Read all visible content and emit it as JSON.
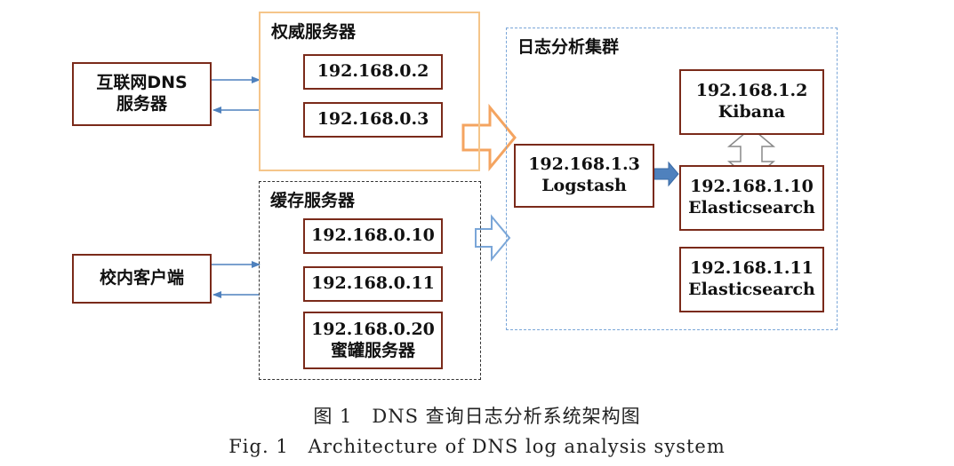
{
  "groups": {
    "authoritative": {
      "title": "权威服务器",
      "servers": [
        "192.168.0.2",
        "192.168.0.3"
      ]
    },
    "cache": {
      "title": "缓存服务器",
      "servers": [
        "192.168.0.10",
        "192.168.0.11"
      ],
      "honeypot": {
        "ip": "192.168.0.20",
        "label": "蜜罐服务器"
      }
    },
    "log_cluster": {
      "title": "日志分析集群"
    }
  },
  "clients": {
    "internet_dns": {
      "line1": "互联网DNS",
      "line2": "服务器"
    },
    "campus_client": {
      "label": "校内客户端"
    }
  },
  "nodes": {
    "logstash": {
      "ip": "192.168.1.3",
      "name": "Logstash"
    },
    "kibana": {
      "ip": "192.168.1.2",
      "name": "Kibana"
    },
    "es1": {
      "ip": "192.168.1.10",
      "name": "Elasticsearch"
    },
    "es2": {
      "ip": "192.168.1.11",
      "name": "Elasticsearch"
    }
  },
  "caption": {
    "zh": "图 1　DNS 查询日志分析系统架构图",
    "en": "Fig. 1　Architecture of DNS log analysis system"
  },
  "colors": {
    "box_border": "#7a2a1a",
    "authoritative_border": "#f5c58a",
    "cluster_border": "#7aa6d8",
    "connector": "#4f81bd",
    "orange_arrow": "#f4a460",
    "blue_arrow": "#5b8dd6"
  }
}
